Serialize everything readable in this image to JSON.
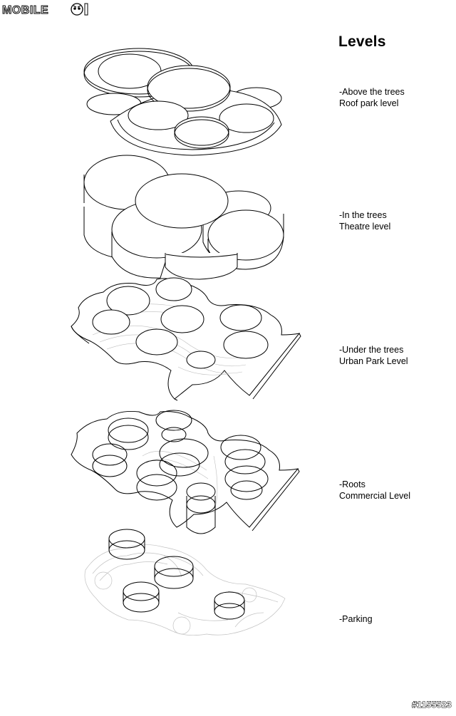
{
  "logo": {
    "text": "MOBILE01"
  },
  "heading": "Levels",
  "levels": [
    {
      "line1": "-Above the trees",
      "line2": "Roof park level"
    },
    {
      "line1": "-In the trees",
      "line2": "Theatre level"
    },
    {
      "line1": "-Under the trees",
      "line2": "Urban Park Level"
    },
    {
      "line1": "-Roots",
      "line2": "Commercial Level"
    },
    {
      "line1": "-Parking",
      "line2": ""
    }
  ],
  "watermark": "#1155523",
  "colors": {
    "line": "#000000",
    "faint_line": "#9a9a9a",
    "background": "#ffffff"
  }
}
